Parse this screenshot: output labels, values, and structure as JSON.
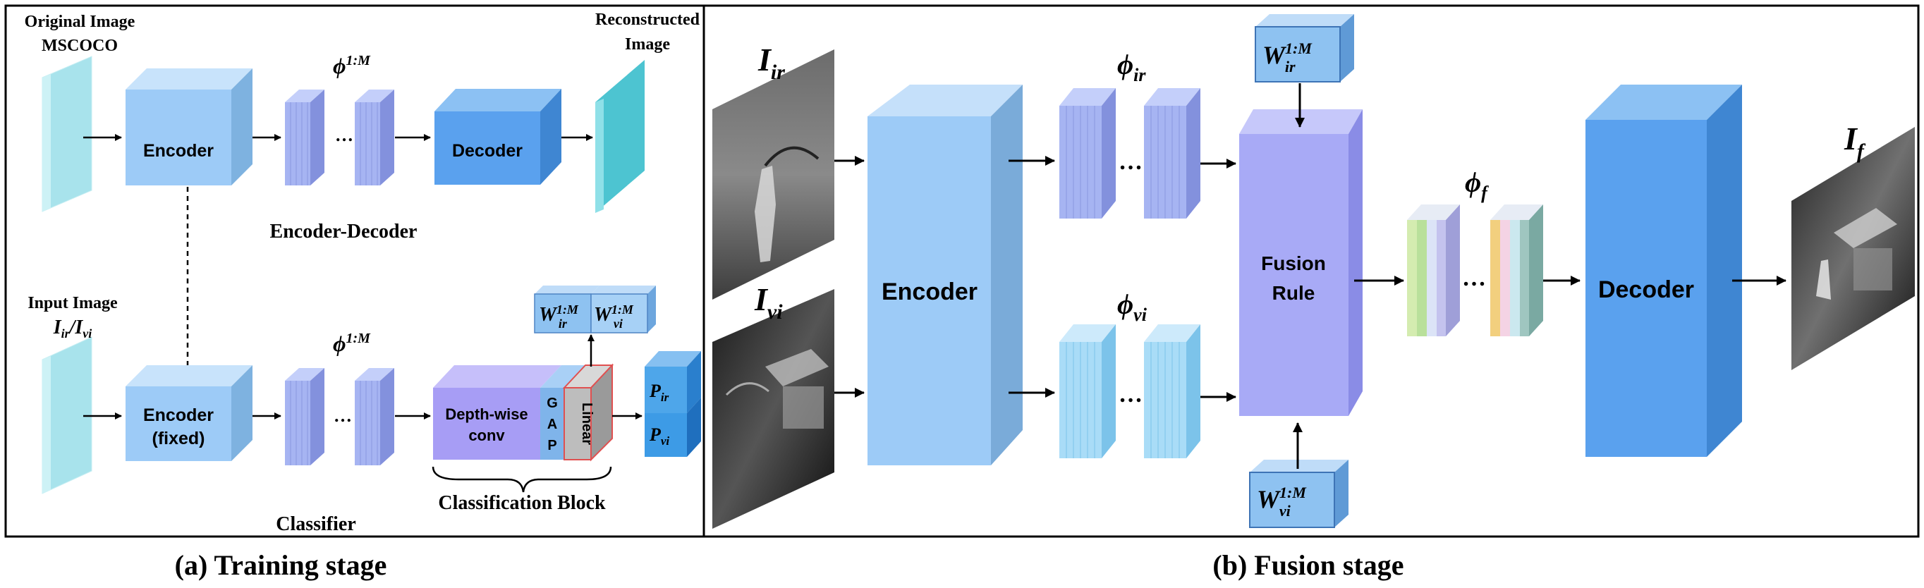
{
  "panel_a": {
    "caption": "(a) Training stage",
    "original_image_line1": "Original Image",
    "original_image_line2": "MSCOCO",
    "reconstructed_line1": "Reconstructed",
    "reconstructed_line2": "Image",
    "encoder": "Encoder",
    "decoder": "Decoder",
    "encoder_decoder": "Encoder-Decoder",
    "phi_symbol": "ϕ",
    "phi_sup": "1:M",
    "dots": "…",
    "input_image": "Input Image",
    "input_formula_i1": "I",
    "input_formula_sub1": "ir",
    "input_formula_slash": "/",
    "input_formula_i2": "I",
    "input_formula_sub2": "vi",
    "encoder_fixed_line1": "Encoder",
    "encoder_fixed_line2": "(fixed)",
    "depthwise_line1": "Depth-wise",
    "depthwise_line2": "conv",
    "gap_g": "G",
    "gap_a": "A",
    "gap_p": "P",
    "linear": "Linear",
    "w_symbol": "W",
    "w_sup": "1:M",
    "w_ir_sub": "ir",
    "w_vi_sub": "vi",
    "p_symbol": "P",
    "p_ir_sub": "ir",
    "p_vi_sub": "vi",
    "classification_block": "Classification Block",
    "classifier": "Classifier"
  },
  "panel_b": {
    "caption": "(b) Fusion stage",
    "i_symbol": "I",
    "i_ir_sub": "ir",
    "i_vi_sub": "vi",
    "i_f_sub": "f",
    "encoder": "Encoder",
    "decoder": "Decoder",
    "phi_symbol": "ϕ",
    "phi_ir_sub": "ir",
    "phi_vi_sub": "vi",
    "phi_f_sub": "f",
    "dots": "…",
    "fusion_line1": "Fusion",
    "fusion_line2": "Rule",
    "w_symbol": "W",
    "w_sup": "1:M",
    "w_ir_sub": "ir",
    "w_vi_sub": "vi"
  },
  "colors": {
    "encoder": "#9dcbf7",
    "decoder": "#5aa1ee",
    "feature_purple": "#a6b4f2",
    "feature_cyan": "#a9dcf7",
    "fusion_rule": "#a8aaf6",
    "depthwise": "#a79df5",
    "input_slab": "#a8e3ec",
    "recon_slab": "#4dc4d1",
    "w_box": "#8ec2f1",
    "p_box": "#3d9be6"
  }
}
